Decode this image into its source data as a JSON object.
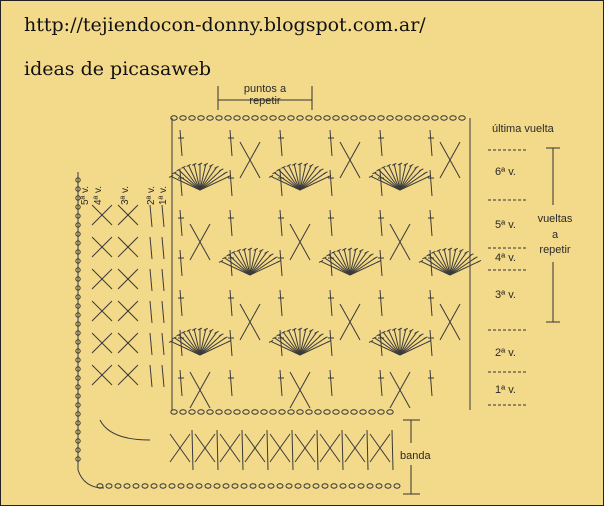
{
  "header": {
    "url": "http://tejiendocon-donny.blogspot.com.ar/",
    "subtitle": "ideas de picasaweb"
  },
  "labels": {
    "puntos_line1": "puntos a",
    "puntos_line2": "repetir",
    "ultima_vuelta": "última vuelta",
    "rounds": [
      "6ª v.",
      "5ª v.",
      "4ª v.",
      "3ª v.",
      "2ª v.",
      "1ª v."
    ],
    "vueltas_line1": "vueltas",
    "vueltas_line2": "a",
    "vueltas_line3": "repetir",
    "banda": "banda",
    "side_rounds": [
      "5ª v.",
      "4ª v.",
      "3ª v.",
      "2ª v.",
      "1ª v."
    ]
  },
  "colors": {
    "background": "#f3d98a",
    "ink": "#3a3a3a"
  }
}
